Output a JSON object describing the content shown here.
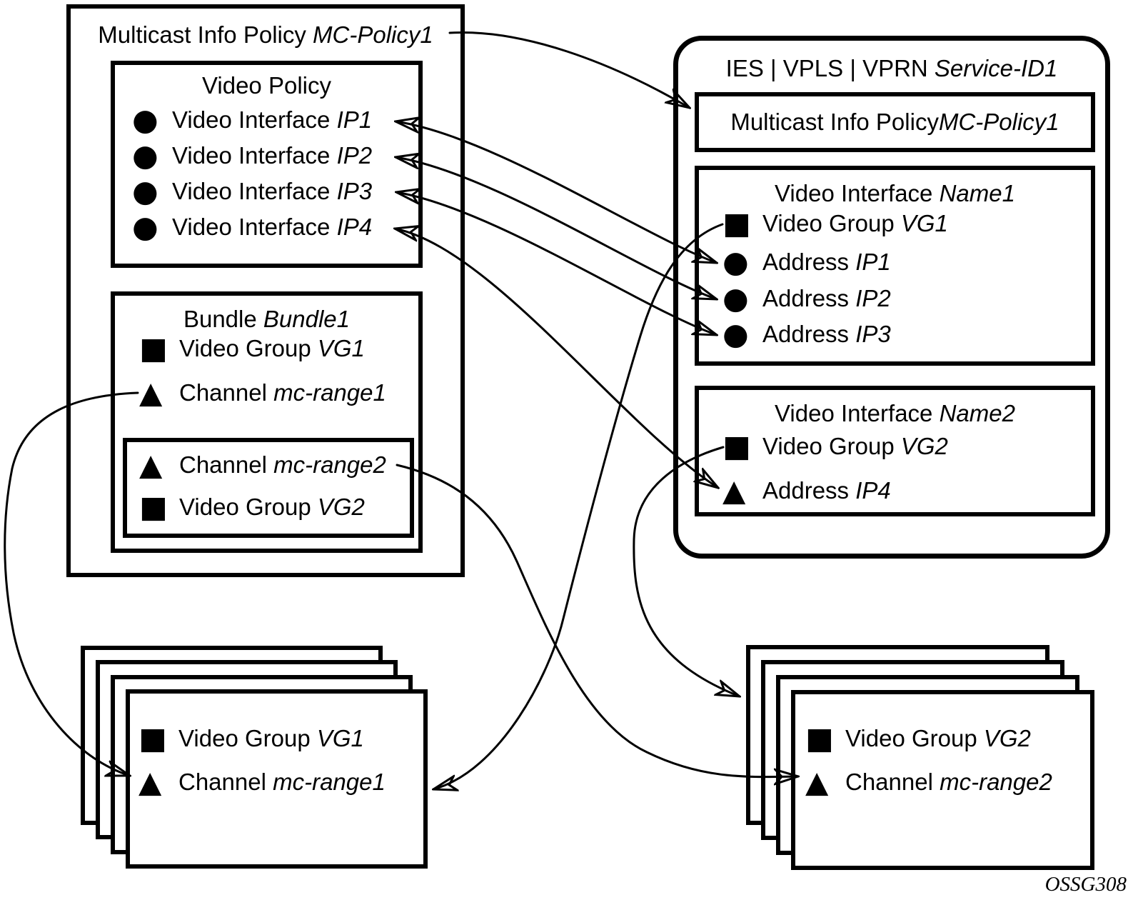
{
  "colors": {
    "ink": "#000000",
    "background": "#ffffff"
  },
  "left_panel": {
    "title": {
      "text": "Multicast Info Policy ",
      "em": "MC-Policy1"
    },
    "video_policy": {
      "title": "Video Policy",
      "items": [
        {
          "marker": "●",
          "icon": "circle-marker-icon",
          "text": "Video Interface ",
          "em": "IP1"
        },
        {
          "marker": "●",
          "icon": "circle-marker-icon",
          "text": "Video Interface ",
          "em": "IP2"
        },
        {
          "marker": "●",
          "icon": "circle-marker-icon",
          "text": "Video Interface ",
          "em": "IP3"
        },
        {
          "marker": "●",
          "icon": "circle-marker-icon",
          "text": "Video Interface ",
          "em": "IP4"
        }
      ]
    },
    "bundle": {
      "title": {
        "text": "Bundle ",
        "em": "Bundle1"
      },
      "items": [
        {
          "marker": "■",
          "icon": "square-marker-icon",
          "text": "Video Group ",
          "em": "VG1"
        },
        {
          "marker": "▲",
          "icon": "triangle-marker-icon",
          "text": "Channel ",
          "em": "mc-range1"
        }
      ],
      "inner_items": [
        {
          "marker": "▲",
          "icon": "triangle-marker-icon",
          "text": "Channel ",
          "em": "mc-range2"
        },
        {
          "marker": "■",
          "icon": "square-marker-icon",
          "text": "Video Group ",
          "em": "VG2"
        }
      ]
    }
  },
  "service_panel": {
    "title": {
      "text": "IES | VPLS | VPRN ",
      "em": "Service-ID1"
    },
    "mc_policy": {
      "text": "Multicast Info Policy ",
      "em": "MC-Policy1"
    },
    "interface1": {
      "title": {
        "text": "Video Interface ",
        "em": "Name1"
      },
      "items": [
        {
          "marker": "■",
          "icon": "square-marker-icon",
          "text": "Video Group ",
          "em": "VG1"
        },
        {
          "marker": "●",
          "icon": "circle-marker-icon",
          "text": "Address ",
          "em": "IP1"
        },
        {
          "marker": "●",
          "icon": "circle-marker-icon",
          "text": "Address ",
          "em": "IP2"
        },
        {
          "marker": "●",
          "icon": "circle-marker-icon",
          "text": "Address ",
          "em": "IP3"
        }
      ]
    },
    "interface2": {
      "title": {
        "text": "Video Interface ",
        "em": "Name2"
      },
      "items": [
        {
          "marker": "■",
          "icon": "square-marker-icon",
          "text": "Video Group ",
          "em": "VG2"
        },
        {
          "marker": "▲",
          "icon": "triangle-marker-icon",
          "text": "Address ",
          "em": "IP4"
        }
      ]
    }
  },
  "stack_left": {
    "items": [
      {
        "marker": "■",
        "icon": "square-marker-icon",
        "text": "Video Group ",
        "em": "VG1"
      },
      {
        "marker": "▲",
        "icon": "triangle-marker-icon",
        "text": "Channel ",
        "em": "mc-range1"
      }
    ]
  },
  "stack_right": {
    "items": [
      {
        "marker": "■",
        "icon": "square-marker-icon",
        "text": "Video Group ",
        "em": "VG2"
      },
      {
        "marker": "▲",
        "icon": "triangle-marker-icon",
        "text": "Channel ",
        "em": "mc-range2"
      }
    ]
  },
  "connectors": [
    {
      "from": "left-panel-title",
      "to": "service-mc-policy-box",
      "arrows": "end"
    },
    {
      "from": "video-policy-item-ip1",
      "to": "interface1-address-ip1",
      "arrows": "both"
    },
    {
      "from": "video-policy-item-ip2",
      "to": "interface1-address-ip2",
      "arrows": "both"
    },
    {
      "from": "video-policy-item-ip3",
      "to": "interface1-address-ip3",
      "arrows": "both"
    },
    {
      "from": "video-policy-item-ip4",
      "to": "interface2-address-ip4",
      "arrows": "both"
    },
    {
      "from": "interface1-video-group-vg1",
      "to": "stack-left",
      "arrows": "end"
    },
    {
      "from": "interface2-video-group-vg2",
      "to": "stack-right",
      "arrows": "end"
    },
    {
      "from": "bundle-channel-mc-range1",
      "to": "stack-left-channel-mc-range1",
      "arrows": "end"
    },
    {
      "from": "bundle-channel-mc-range2",
      "to": "stack-right-channel-mc-range2",
      "arrows": "end"
    }
  ],
  "footer": {
    "figure_id": "OSSG308"
  }
}
